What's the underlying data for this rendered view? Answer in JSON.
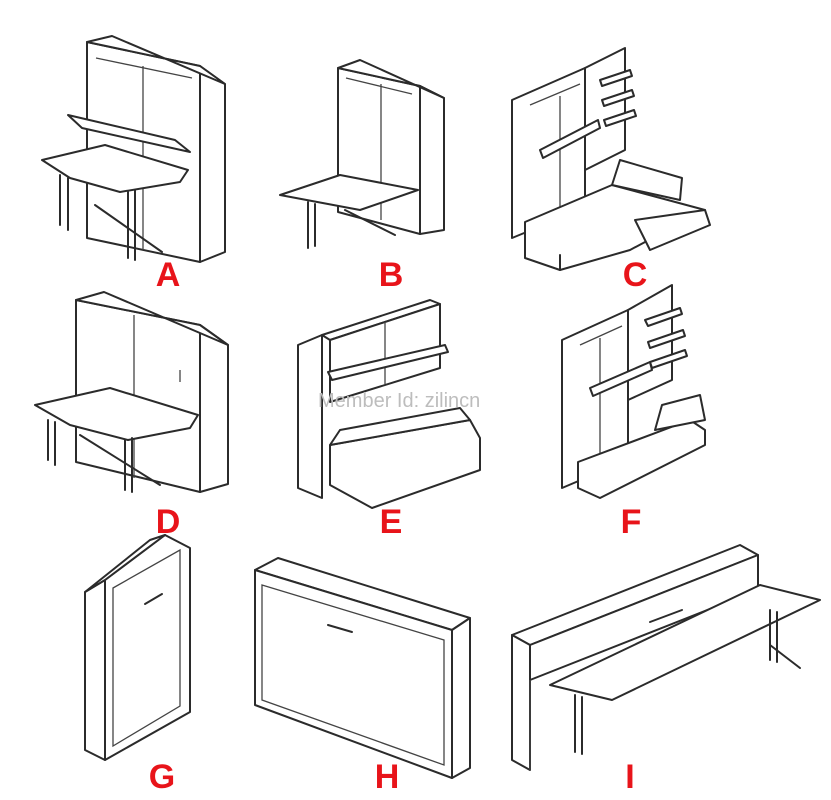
{
  "labels": {
    "a": "A",
    "b": "B",
    "c": "C",
    "d": "D",
    "e": "E",
    "f": "F",
    "g": "G",
    "h": "H",
    "i": "I"
  },
  "watermark": "Member Id: zilincn",
  "colors": {
    "label": "#e8141a",
    "line": "#2b2b2b",
    "background": "#ffffff",
    "watermark": "#bdbdbd"
  }
}
